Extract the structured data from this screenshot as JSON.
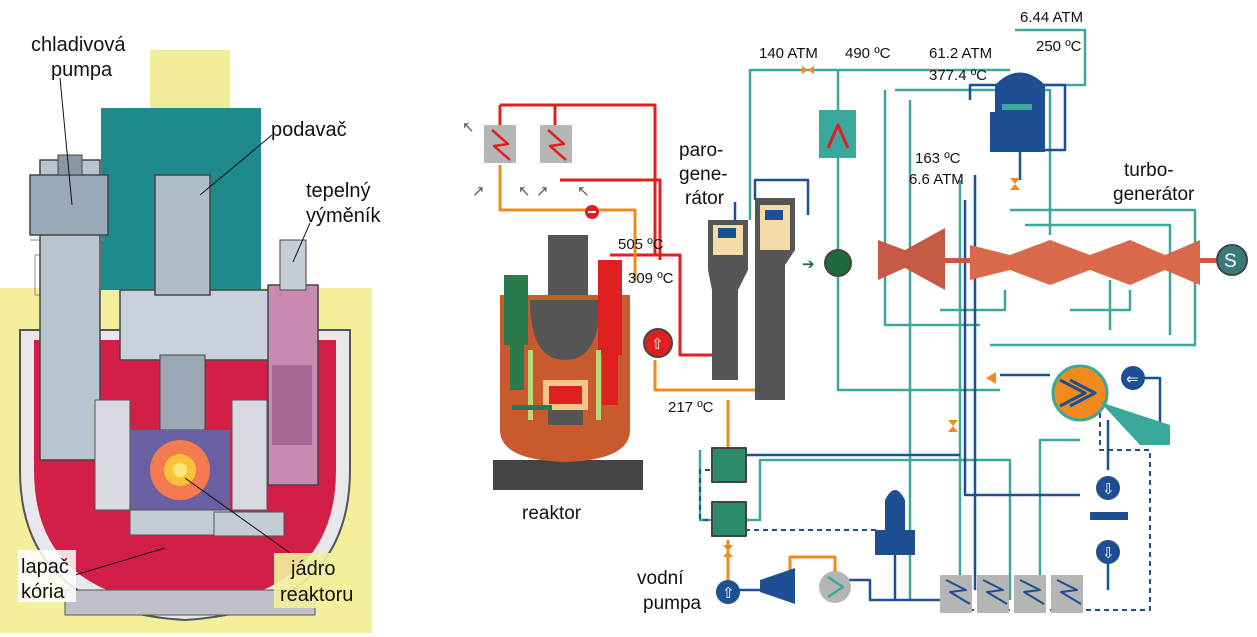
{
  "labels": {
    "chladivova_pumpa": [
      "chladivová",
      "pumpa"
    ],
    "podavac": "podavač",
    "tepelny_vymenik": [
      "tepelný",
      "výměník"
    ],
    "lapac_koria": [
      "lapač",
      "kória"
    ],
    "jadro_reaktoru": [
      "jádro",
      "reaktoru"
    ],
    "reaktor": "reaktor",
    "parogenerator": [
      "paro-",
      "gene-",
      "rátor"
    ],
    "turbogenerator": [
      "turbo-",
      "generátor"
    ],
    "vodni_pumpa": [
      "vodní",
      "pumpa"
    ]
  },
  "readouts": {
    "p_140": "140 ATM",
    "t_490": "490 ºC",
    "p_644": "6.44 ATM",
    "t_250": "250 ºC",
    "p_612": "61.2 ATM",
    "t_3774": "377.4 ºC",
    "t_163": "163 ºC",
    "p_66": "6.6 ATM",
    "t_505": "505 ºC",
    "t_309": "309 ºC",
    "t_217": "217 ºC"
  },
  "colors": {
    "sodium_primary": "#e02020",
    "sodium_secondary": "#f08a1c",
    "water_steam": "#3aa89a",
    "feedwater": "#1d4f92",
    "turbine": "#d9694b",
    "component_green": "#2a8a6a",
    "heater_gray": "#b5b5b5"
  },
  "icons": [
    "valve-icon",
    "pump-icon",
    "heat-exchanger-icon",
    "generator-icon",
    "turbine-icon"
  ]
}
